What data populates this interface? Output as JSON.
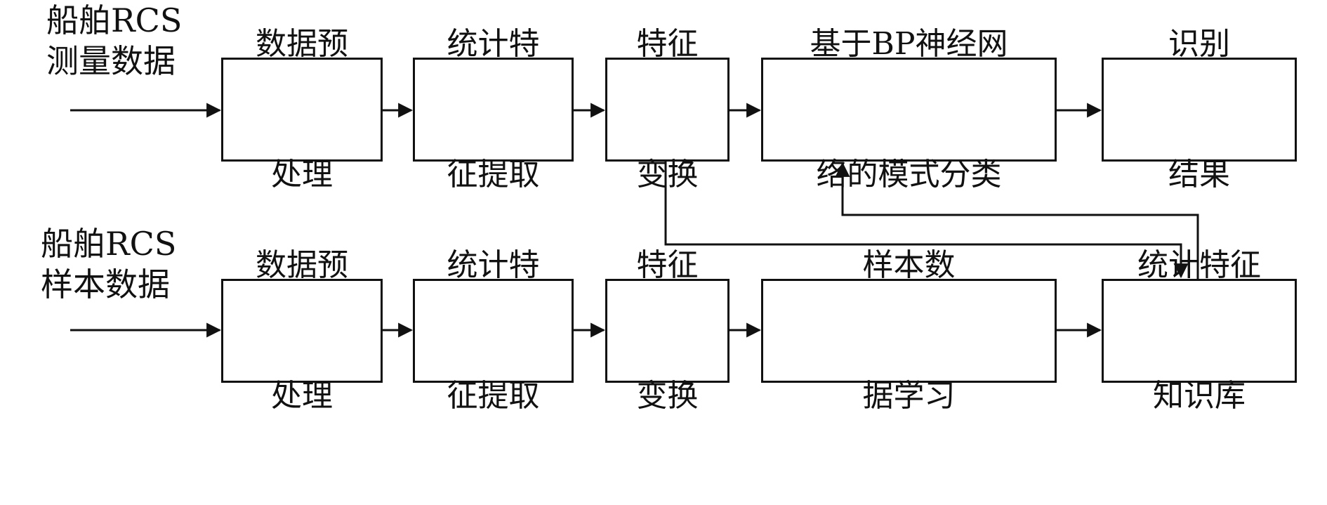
{
  "top_row": {
    "input_label": [
      "船舶RCS",
      "测量数据"
    ],
    "boxes": [
      [
        "数据预",
        "处理"
      ],
      [
        "统计特",
        "征提取"
      ],
      [
        "特征",
        "变换"
      ],
      [
        "基于BP神经网",
        "络的模式分类"
      ],
      [
        "识别",
        "结果"
      ]
    ]
  },
  "bottom_row": {
    "input_label": [
      "船舶RCS",
      "样本数据"
    ],
    "boxes": [
      [
        "数据预",
        "处理"
      ],
      [
        "统计特",
        "征提取"
      ],
      [
        "特征",
        "变换"
      ],
      [
        "样本数",
        "据学习"
      ],
      [
        "统计特征",
        "知识库"
      ]
    ]
  },
  "colors": {
    "line": "#111111",
    "box_fill": "#ffffff",
    "text": "#111111"
  }
}
